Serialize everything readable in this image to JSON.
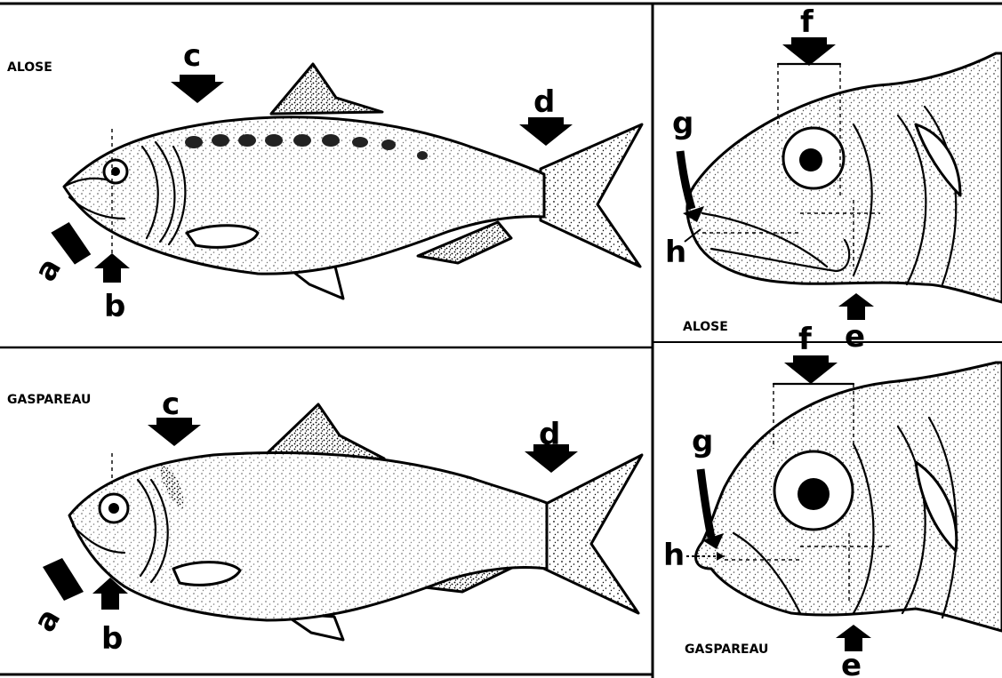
{
  "panels": {
    "top_left": {
      "species": "ALOSE",
      "labels": [
        "a",
        "b",
        "c",
        "d"
      ]
    },
    "bottom_left": {
      "species": "GASPAREAU",
      "labels": [
        "a",
        "b",
        "c",
        "d"
      ]
    },
    "top_right": {
      "species": "ALOSE",
      "labels": [
        "e",
        "f",
        "g",
        "h"
      ]
    },
    "bottom_right": {
      "species": "GASPAREAU",
      "labels": [
        "e",
        "f",
        "g",
        "h"
      ]
    }
  }
}
